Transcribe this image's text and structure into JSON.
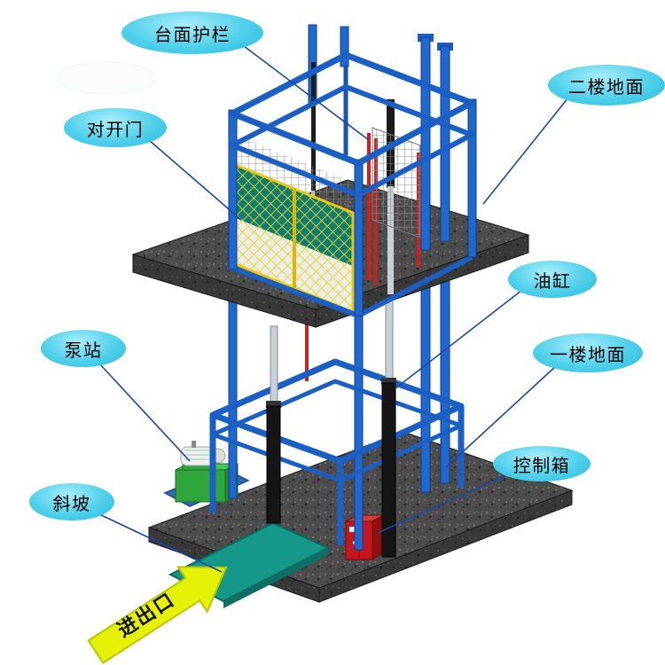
{
  "callouts": [
    {
      "id": "platform-guardrail",
      "label": "台面护栏"
    },
    {
      "id": "second-floor-ground",
      "label": "二楼地面"
    },
    {
      "id": "double-swing-door",
      "label": "对开门"
    },
    {
      "id": "oil-cylinder",
      "label": "油缸"
    },
    {
      "id": "pump-station",
      "label": "泵站"
    },
    {
      "id": "first-floor-ground",
      "label": "一楼地面"
    },
    {
      "id": "control-box",
      "label": "控制箱"
    },
    {
      "id": "ramp",
      "label": "斜坡"
    }
  ],
  "arrow": {
    "label": "进出口"
  },
  "colors": {
    "callout_fill": "#3FCBE9",
    "frame_blue": "#1B5FC4",
    "slab_gray": "#4C4C4C",
    "door_yellow": "#F2D410",
    "interior_teal": "#0F7C74",
    "ramp_teal": "#15978A",
    "control_red": "#C4161C",
    "pump_green": "#2FA63C",
    "arrow_yellow": "#E5F207"
  }
}
